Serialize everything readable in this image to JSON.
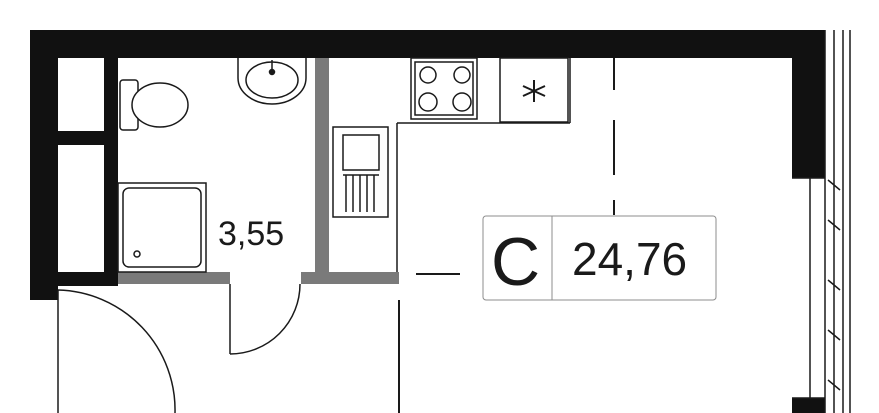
{
  "plan": {
    "bathroom_area": "3,55",
    "room_type_letter": "C",
    "total_area": "24,76"
  },
  "colors": {
    "wall": "#111111",
    "partition": "#7a7a7a",
    "line": "#1a1a1a",
    "fixture_bg": "#ffffff",
    "label_border": "#8c8c8c"
  },
  "icons": {
    "fridge": "asterisk-icon",
    "stove": "four-burner-stove-icon",
    "sink": "kitchen-sink-icon",
    "washbasin": "washbasin-icon",
    "toilet": "toilet-icon",
    "shower": "shower-tray-icon"
  }
}
